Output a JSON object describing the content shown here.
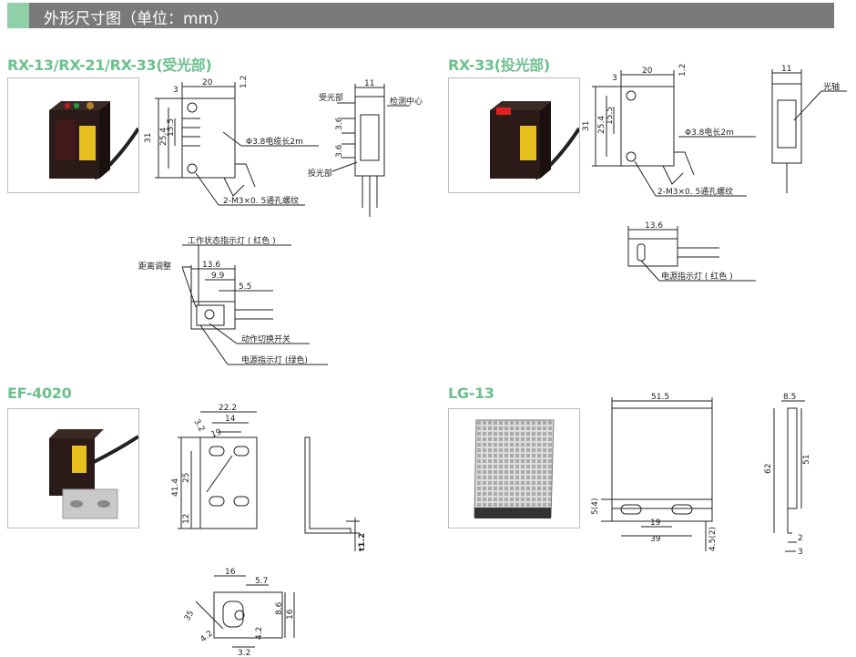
{
  "header": {
    "title": "外形尺寸图（单位：mm）"
  },
  "sections": {
    "rx_receiver": "RX-13/RX-21/RX-33(受光部)",
    "rx_emitter": "RX-33(投光部)",
    "ef": "EF-4020",
    "lg": "LG-13"
  },
  "rx_receiver": {
    "dims": {
      "d20": "20",
      "d3": "3",
      "d1_2": "1.2",
      "d31": "31",
      "d25_4": "25.4",
      "d15_5": "15.5",
      "d11": "11",
      "d3_6a": "3.6",
      "d3_6b": "3.6"
    },
    "labels": {
      "cable": "Φ3.8电缆长2m",
      "screw": "2-M3×0. 5通孔螺纹",
      "recv": "受光部",
      "center": "检测中心",
      "emit": "投光部"
    }
  },
  "rx_emitter": {
    "dims": {
      "d20": "20",
      "d3": "3",
      "d1_2": "1.2",
      "d31": "31",
      "d25_4": "25.4",
      "d15_5": "15.5",
      "d11": "11",
      "d13_6": "13.6"
    },
    "labels": {
      "cable": "Φ3.8电长2m",
      "screw": "2-M3×0. 5通孔螺纹",
      "axis": "光轴",
      "power": "电源指示灯 ( 红色 )"
    }
  },
  "rx_top": {
    "dims": {
      "d13_6": "13.6",
      "d9_9": "9.9",
      "d5_5": "5.5"
    },
    "labels": {
      "work": "工作状态指示灯 ( 红色 )",
      "dist": "距离调整",
      "switch": "动作切换开关",
      "power": "电源指示灯 (绿色)"
    }
  },
  "ef": {
    "dims": {
      "d22_2": "22.2",
      "d14": "14",
      "d3_2": "3.2",
      "d19": "19",
      "d41_4": "41.4",
      "d25": "25",
      "d12": "12",
      "d1_2": "t1.2",
      "d16": "16",
      "d5_7": "5.7",
      "d8_6": "8.6",
      "d16v": "16",
      "d35": "35",
      "d4_2a": "4.2",
      "d4_2b": "4.2",
      "d3_2b": "3.2"
    }
  },
  "lg": {
    "dims": {
      "d51_5": "51.5",
      "d19": "19",
      "d39": "39",
      "d5_4": "5(4)",
      "d4_5": "4.5(2)",
      "d8_5": "8.5",
      "d62": "62",
      "d51": "51",
      "d2": "2",
      "d3": "3"
    }
  }
}
